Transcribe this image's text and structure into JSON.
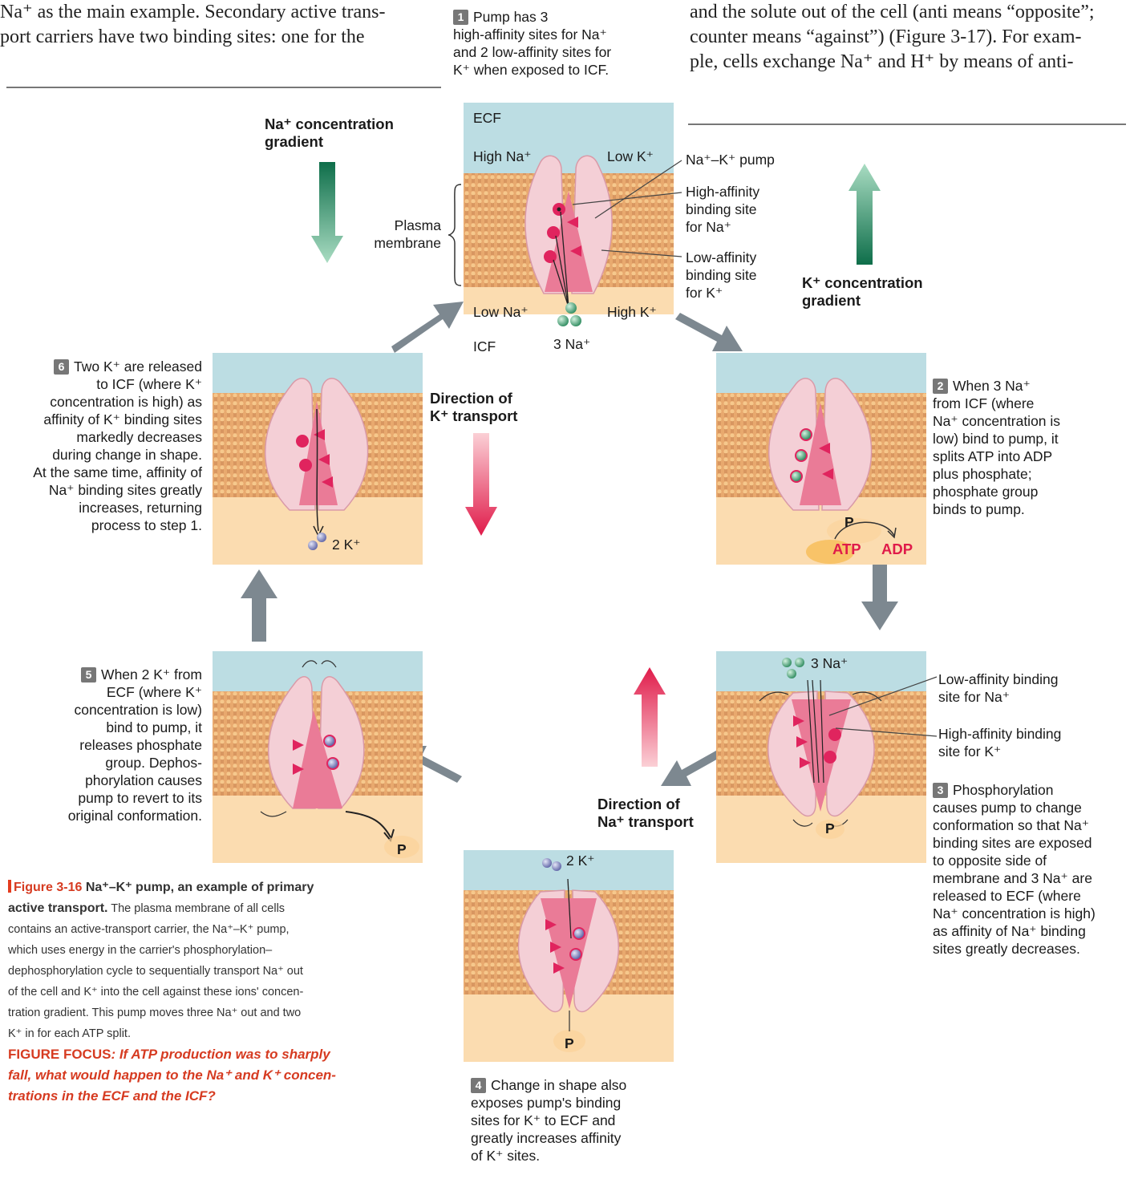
{
  "top_text": {
    "left_line1": "Na⁺ as the main example. Secondary active trans-",
    "left_line2": "port carriers have two binding sites: one for the",
    "right_line1": "and the solute out of the cell (anti means “opposite”;",
    "right_line2": "counter means “against”) (Figure 3-17). For exam-",
    "right_line3": "ple, cells exchange Na⁺ and H⁺ by means of anti-"
  },
  "step1": {
    "num": "1",
    "l1": "Pump has 3",
    "l2": "high-affinity sites for Na⁺",
    "l3": "and 2 low-affinity sites for",
    "l4": "K⁺ when exposed to ICF."
  },
  "panel1": {
    "ecf": "ECF",
    "high_na": "High Na⁺",
    "low_k": "Low K⁺",
    "low_na": "Low Na⁺",
    "high_k": "High K⁺",
    "icf": "ICF",
    "na3": "3 Na⁺"
  },
  "labels": {
    "pump": "Na⁺–K⁺ pump",
    "ha1": "High-affinity",
    "ha2": "binding site",
    "ha3": "for Na⁺",
    "la1": "Low-affinity",
    "la2": "binding site",
    "la3": "for K⁺",
    "plasma1": "Plasma",
    "plasma2": "membrane",
    "na_grad1": "Na⁺ concentration",
    "na_grad2": "gradient",
    "k_grad1": "K⁺ concentration",
    "k_grad2": "gradient",
    "dir_k1": "Direction of",
    "dir_k2": "K⁺ transport",
    "dir_na1": "Direction of",
    "dir_na2": "Na⁺ transport",
    "lanas1": "Low-affinity binding",
    "lanas2": "site for Na⁺",
    "hak1": "High-affinity binding",
    "hak2": "site for K⁺"
  },
  "step2": {
    "num": "2",
    "lines": [
      "When 3 Na⁺",
      "from ICF (where",
      "Na⁺ concentration is",
      "low) bind to pump, it",
      "splits ATP into ADP",
      "plus phosphate;",
      "phosphate group",
      "binds to pump."
    ]
  },
  "step3": {
    "num": "3",
    "lines": [
      "Phosphorylation",
      "causes pump to change",
      "conformation so that Na⁺",
      "binding sites are exposed",
      "to opposite side of",
      "membrane and 3 Na⁺ are",
      "released to ECF (where",
      "Na⁺ concentration is high)",
      "as affinity of Na⁺ binding",
      "sites greatly decreases."
    ]
  },
  "step4": {
    "num": "4",
    "lines": [
      "Change in shape also",
      "exposes pump's binding",
      "sites for K⁺ to ECF and",
      "greatly increases affinity",
      "of K⁺ sites."
    ]
  },
  "step5": {
    "num": "5",
    "lines": [
      "When 2 K⁺ from",
      "ECF (where K⁺",
      "concentration is low)",
      "bind to pump, it",
      "releases phosphate",
      "group. Dephos-",
      "phorylation causes",
      "pump to revert to its",
      "original conformation."
    ]
  },
  "step6": {
    "num": "6",
    "lines": [
      "Two K⁺ are released",
      "to ICF (where K⁺",
      "concentration is high) as",
      "affinity of K⁺ binding sites",
      "markedly decreases",
      "during change in shape.",
      "At the same time, affinity of",
      "Na⁺ binding sites greatly",
      "increases, returning",
      "process to step 1."
    ]
  },
  "panel2": {
    "p": "P",
    "atp": "ATP",
    "adp": "ADP"
  },
  "panel3": {
    "na3": "3 Na⁺",
    "p": "P"
  },
  "panel4": {
    "k2": "2 K⁺",
    "p": "P"
  },
  "panel5": {
    "p": "P"
  },
  "panel6": {
    "k2": "2 K⁺"
  },
  "caption": {
    "fig": "Figure 3-16",
    "title": "Na⁺–K⁺ pump, an example of primary",
    "title2": "active transport.",
    "body1": " The plasma membrane of all cells",
    "lines": [
      "contains an active-transport carrier, the Na⁺–K⁺ pump,",
      "which uses energy in the carrier's phosphorylation–",
      "dephosphorylation cycle to sequentially transport Na⁺ out",
      "of the cell and K⁺ into the cell against these ions' concen-",
      "tration gradient. This pump moves three Na⁺ out and two",
      "K⁺ in for each ATP split."
    ],
    "focus_lead": "FIGURE FOCUS",
    "focus_lines": [
      ": If ATP production was to sharply",
      "fall, what would happen to the Na⁺ and K⁺ concen-",
      "trations in the ECF and the ICF?"
    ]
  },
  "colors": {
    "ecf": "#bcdde3",
    "icf": "#fbdcb0",
    "membrane": "#e9a96c",
    "pump": "#f4cfd6",
    "site": "#e0245e",
    "na_ion": "#3f9e6e",
    "k_ion": "#7d83b7",
    "arrow_gray": "#7d8890",
    "red": "#e01b4a"
  }
}
